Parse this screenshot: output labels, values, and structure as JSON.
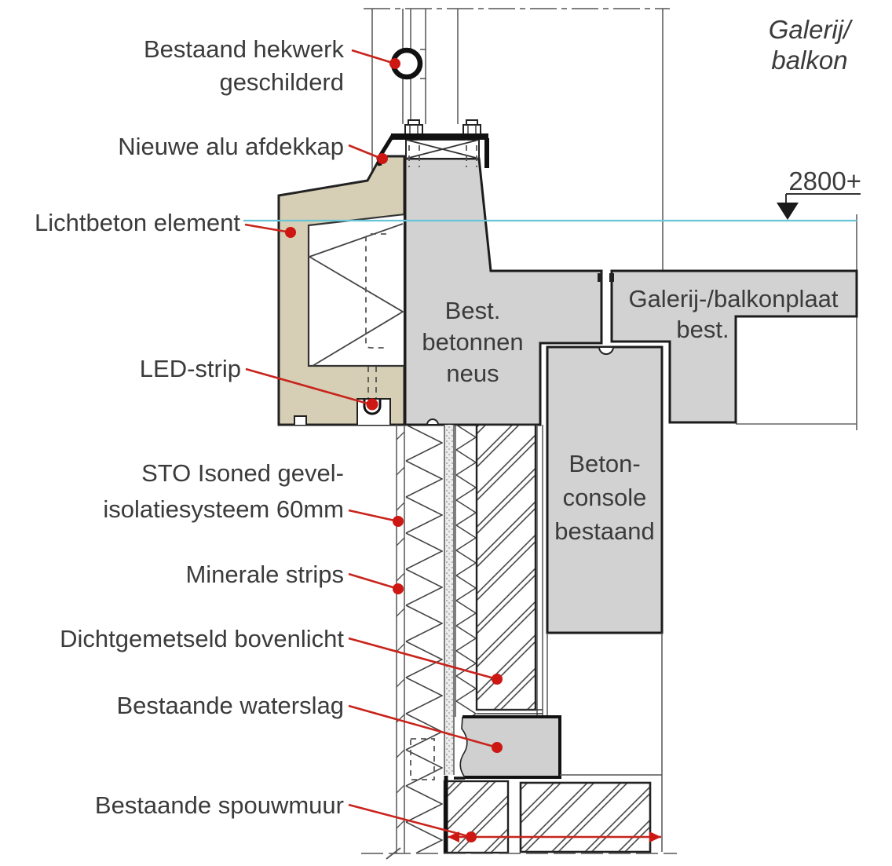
{
  "labels": {
    "hekwerk_line1": "Bestaand hekwerk",
    "hekwerk_line2": "geschilderd",
    "afdekkap": "Nieuwe alu afdekkap",
    "lichtbeton": "Lichtbeton element",
    "led": "LED-strip",
    "sto_line1": "STO Isoned gevel-",
    "sto_line2": "isolatiesysteem 60mm",
    "minerale": "Minerale strips",
    "bovenlicht": "Dichtgemetseld bovenlicht",
    "waterslag": "Bestaande waterslag",
    "spouwmuur": "Bestaande spouwmuur"
  },
  "drawing_texts": {
    "location_line1": "Galerij/",
    "location_line2": "balkon",
    "level": "2800+",
    "neus_line1": "Best.",
    "neus_line2": "betonnen",
    "neus_line3": "neus",
    "plaat_line1": "Galerij-/balkonplaat",
    "plaat_line2": "best.",
    "console_line1": "Beton-",
    "console_line2": "console",
    "console_line3": "bestaand"
  },
  "colors": {
    "annotation_red": "#c8241c",
    "annotation_dot_red": "#cd1713",
    "concrete_gray": "#d2d2d2",
    "lightconcrete_beige": "#d6cfb5",
    "level_line_cyan": "#68c4d6",
    "line_black": "#1c1c1c"
  }
}
